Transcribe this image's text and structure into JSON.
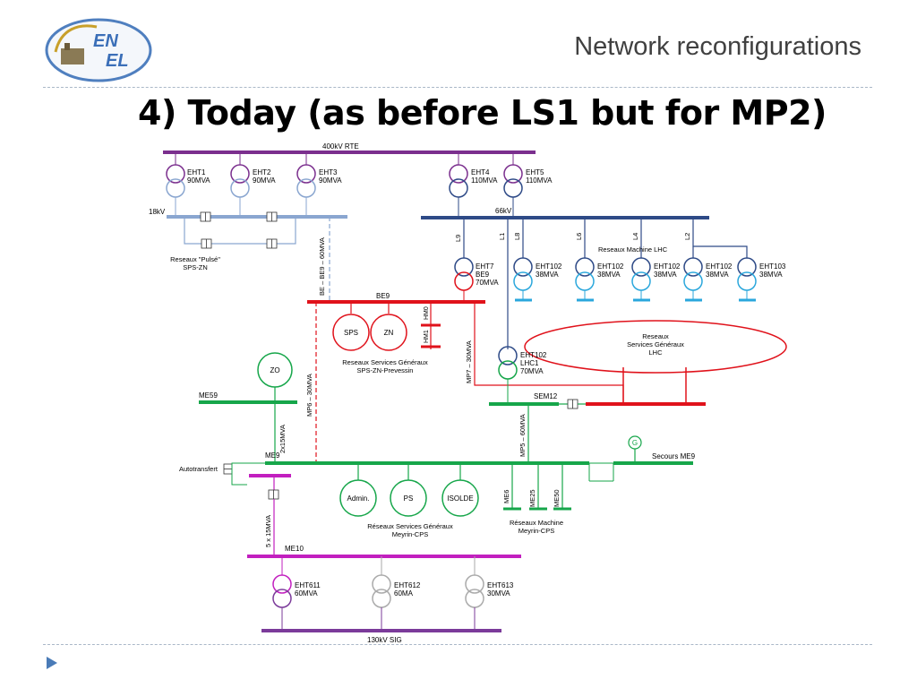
{
  "header": {
    "title": "Network reconfigurations"
  },
  "slide": {
    "heading": "4) Today (as before LS1 but for MP2)"
  },
  "logo": {
    "text_line1": "EN",
    "text_line2": "EL"
  },
  "colors": {
    "rte": "#7b2f8e",
    "pulse": "#8aa6d0",
    "lhc": "#2e4a87",
    "be9": "#e0121b",
    "meyrin": "#16a64a",
    "me10": "#c21fbf",
    "sig130": "#7b3b9a",
    "cyan": "#2aa7dc",
    "grey": "#aaaaaa"
  },
  "diagram": {
    "busbars": {
      "rte400": "400kV RTE",
      "kv18": "18kV",
      "kv66": "66kV",
      "be9": "BE9",
      "me59": "ME59",
      "me9": "ME9",
      "sem12": "SEM12",
      "me10": "ME10",
      "sig130": "130kV SIG",
      "secours": "Secours ME9"
    },
    "transformers": [
      {
        "id": "EHT1",
        "rating": "90MVA"
      },
      {
        "id": "EHT2",
        "rating": "90MVA"
      },
      {
        "id": "EHT3",
        "rating": "90MVA"
      },
      {
        "id": "EHT4",
        "rating": "110MVA"
      },
      {
        "id": "EHT5",
        "rating": "110MVA"
      },
      {
        "id": "EHT7",
        "sub": "BE9",
        "rating": "70MVA"
      },
      {
        "id": "EHT102",
        "rating": "38MVA"
      },
      {
        "id": "EHT102",
        "rating": "38MVA"
      },
      {
        "id": "EHT102",
        "rating": "38MVA"
      },
      {
        "id": "EHT102",
        "rating": "38MVA"
      },
      {
        "id": "EHT103",
        "rating": "38MVA"
      },
      {
        "id": "EHT102",
        "sub": "LHC1",
        "rating": "70MVA"
      },
      {
        "id": "EHT611",
        "rating": "60MVA"
      },
      {
        "id": "EHT612",
        "rating": "60MA"
      },
      {
        "id": "EHT613",
        "rating": "30MVA"
      }
    ],
    "lines": {
      "L9": "L9",
      "L1": "L1",
      "L8": "L8",
      "L6": "L6",
      "L4": "L4",
      "L2": "L2",
      "be_be9": "BE – BE9 – 60MVA",
      "mp7": "MP7 – 30MVA",
      "mp6": "MP6 – 30MVA",
      "mp5": "MP5 – 60MVA",
      "me9_2x15": "2x15MVA",
      "me10_5x15": "5 x 15MVA",
      "hm0": "HM0",
      "hm1": "HM1",
      "me6": "ME6",
      "me25": "ME25",
      "me50": "ME50"
    },
    "loads": {
      "sps": "SPS",
      "zn": "ZN",
      "zo": "ZO",
      "admin": "Admin.",
      "ps": "PS",
      "isolde": "ISOLDE",
      "g": "G"
    },
    "captions": {
      "pulse_l1": "Reseaux \"Pulsé\"",
      "pulse_l2": "SPS-ZN",
      "lhc_machine": "Reseaux Machine LHC",
      "rsg_lhc_l1": "Reseaux",
      "rsg_lhc_l2": "Services Généraux",
      "rsg_lhc_l3": "LHC",
      "rsg_sps_l1": "Reseaux Services Généraux",
      "rsg_sps_l2": "SPS-ZN-Prevessin",
      "autotransfert": "Autotransfert",
      "rsg_meyrin_l1": "Réseaux Services Généraux",
      "rsg_meyrin_l2": "Meyrin-CPS",
      "rm_meyrin_l1": "Réseaux Machine",
      "rm_meyrin_l2": "Meyrin-CPS"
    }
  }
}
